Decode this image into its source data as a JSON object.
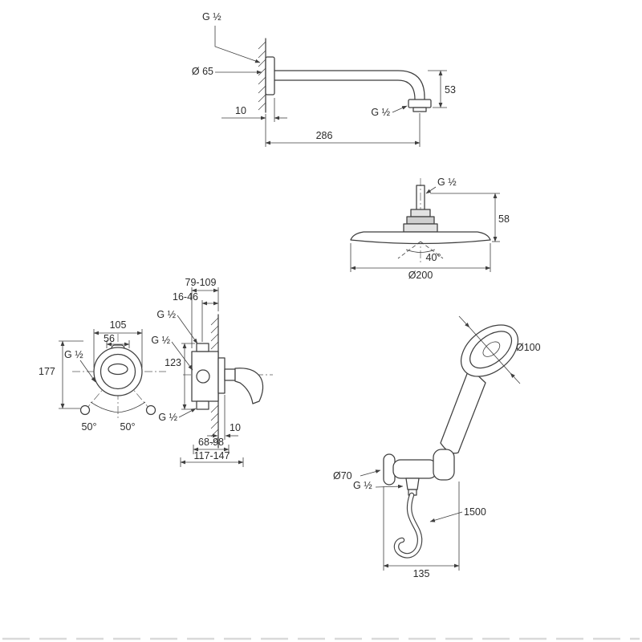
{
  "page": {
    "background": "#ffffff",
    "line_color": "#3f3f3f"
  },
  "views": {
    "shower_arm": {
      "labels": {
        "thread_wall": "G ½",
        "flange_diameter": "Ø 65",
        "drop_height": "53",
        "flange_depth": "10",
        "thread_outlet": "G ½",
        "projection": "286"
      }
    },
    "head_shower": {
      "labels": {
        "thread_inlet": "G ½",
        "height": "58",
        "spray_angle": "40°",
        "diameter": "Ø200"
      }
    },
    "mixer": {
      "labels": {
        "install_depth_range": "79-109",
        "install_depth_min": "16-46",
        "thread_top": "G ½",
        "thread_outlet": "G ½",
        "escutcheon_width": "105",
        "handle_width": "56",
        "body_height": "123",
        "thread_supply": "G ½",
        "total_height": "177",
        "angle_left": "50°",
        "angle_right": "50°",
        "thread_bottom": "G ½",
        "escutcheon_depth": "10",
        "projection_min": "68-98",
        "projection_max": "117-147"
      }
    },
    "hand_shower": {
      "labels": {
        "head_diameter": "Ø100",
        "flange_diameter": "Ø70",
        "thread": "G ½",
        "hose_length": "1500",
        "bracket_projection": "135"
      }
    }
  }
}
